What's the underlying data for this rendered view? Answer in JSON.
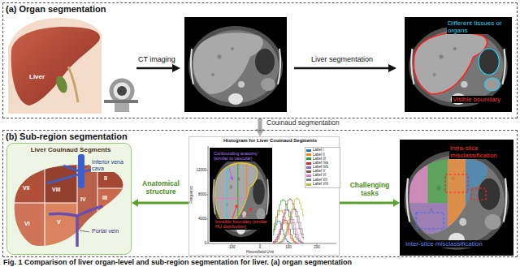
{
  "diagram": {
    "caption": "Fig. 1 Comparison of liver organ-level and sub-region segmentation for liver. (a) organ segmentation",
    "nodes": [
      {
        "text": [
          "(a) Organ segmentation"
        ]
      },
      {
        "text": [
          "Liver"
        ],
        "in": 0
      },
      {
        "text": [
          "Different tissues or organs",
          "Visible boundary"
        ],
        "in": 0
      },
      {
        "text": [
          "(b) Sub-region segmentation"
        ]
      },
      {
        "text": [
          "Liver Couinaud Segments",
          "Inferior vena cava",
          "Portal vein"
        ],
        "in": 3
      },
      {
        "text": [
          "Histogram for Liver Couinaud Segments",
          "Confounding anatomy (similar to vascular)",
          "Invisible boundary (similar HU distribution)"
        ],
        "in": 3
      },
      {
        "text": [
          "Intra-slice misclassification",
          "Inter-slice misclassification"
        ],
        "in": 3
      }
    ],
    "edges": [
      {
        "from": 0,
        "to": 5,
        "label": "Couinaud segmentation",
        "arrow": "to"
      },
      {
        "from": 5,
        "to": 4,
        "label": "Anatomical structure",
        "arrow": "to"
      },
      {
        "from": 5,
        "to": 6,
        "label": "Challenging tasks",
        "arrow": "to"
      }
    ],
    "labels": [
      "CT imaging",
      "Liver segmentation",
      "II",
      "III",
      "IV",
      "V",
      "VI",
      "VII",
      "VIII",
      "Frequency",
      "Hounsfield Unit",
      "0",
      "4000",
      "8000",
      "12000",
      "-100",
      "0",
      "100",
      "200"
    ],
    "legend": [
      {
        "text": "Label I",
        "color": "#1f77b4"
      },
      {
        "text": "Label II",
        "color": "#ff7f0e"
      },
      {
        "text": "Label III",
        "color": "#2ca02c"
      },
      {
        "text": "Label IVa",
        "color": "#d62728"
      },
      {
        "text": "Label IVb",
        "color": "#9467bd"
      },
      {
        "text": "Label V",
        "color": "#8c564b"
      },
      {
        "text": "Label VI",
        "color": "#e377c2"
      },
      {
        "text": "Label VII",
        "color": "#7f7f7f"
      },
      {
        "text": "Label VIII",
        "color": "#bcbd22"
      }
    ]
  }
}
